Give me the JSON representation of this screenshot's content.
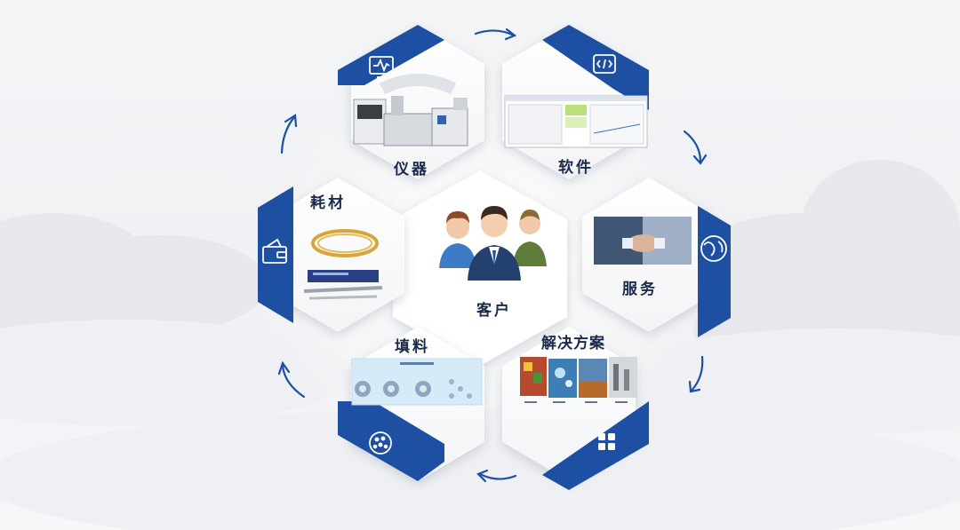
{
  "center": {
    "label": "客户",
    "icon": "customers-people-icon"
  },
  "segments": [
    {
      "id": "instrument",
      "label": "仪器",
      "icon": "monitor-waveform-icon",
      "image": "gas-chromatograph-instruments"
    },
    {
      "id": "software",
      "label": "软件",
      "icon": "code-window-icon",
      "image": "software-screenshot"
    },
    {
      "id": "service",
      "label": "服务",
      "icon": "globe-location-icon",
      "image": "handshake-photo"
    },
    {
      "id": "solution",
      "label": "解决方案",
      "icon": "grid-apps-icon",
      "image": "solution-photos"
    },
    {
      "id": "packing",
      "label": "填料",
      "icon": "particle-circle-icon",
      "image": "packing-particles-diagram"
    },
    {
      "id": "consumables",
      "label": "耗材",
      "icon": "wallet-card-icon",
      "image": "columns-and-capillary"
    }
  ],
  "colors": {
    "accent": "#1d4fa3",
    "text": "#1b2a4a",
    "hex_fill": "#ffffff"
  }
}
